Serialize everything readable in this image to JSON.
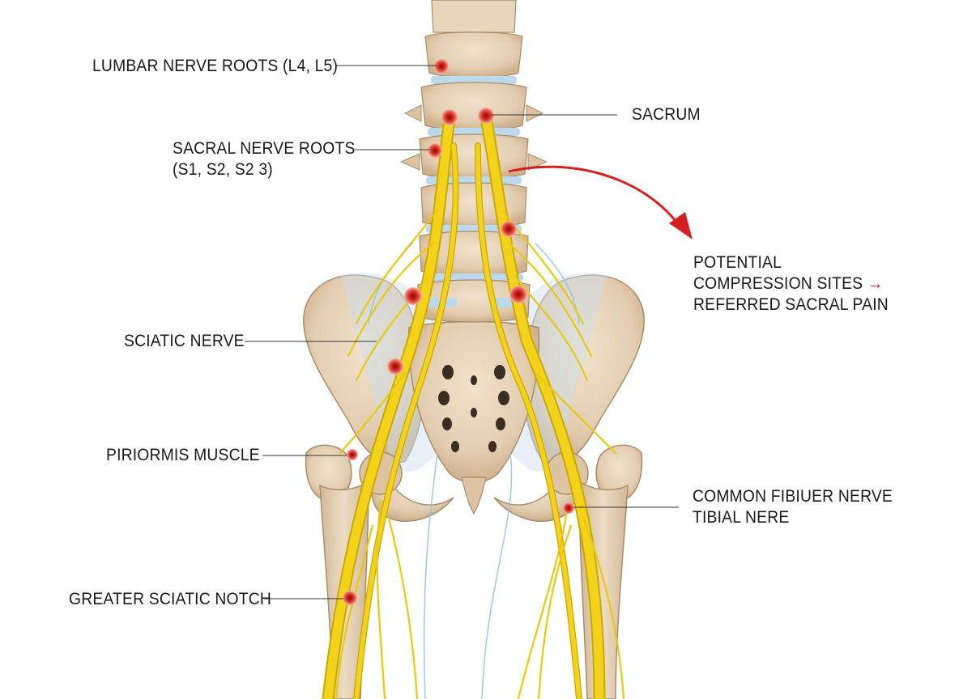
{
  "labels": {
    "lumbar_roots": "LUMBAR NERVE ROOTS (L4, L5)",
    "sacrum": "SACRUM",
    "sacral_roots_line1": "SACRAL NERVE ROOTS",
    "sacral_roots_line2": "(S1, S2, S2 3)",
    "potential_line1": "POTENTIAL",
    "potential_line2": "COMPRESSION SITES",
    "potential_arrow": "→",
    "potential_line3": "REFERRED SACRAL PAIN",
    "sciatic_nerve": "SCIATIC NERVE",
    "piriformis": "PIRIORMIS MUSCLE",
    "common_fibular_line1": "COMMON FIBIUER NERVE",
    "common_fibular_line2": "TIBIAL NERE",
    "greater_sciatic_notch": "GREATER SCIATIC NOTCH"
  },
  "colors": {
    "bone": "#e6d3b8",
    "bone_shadow": "#c9ad8a",
    "bone_outline": "#a88d6c",
    "nerve": "#f2d21a",
    "nerve_outline": "#c9a800",
    "disc": "#bcd9ec",
    "compression_marker": "#d42a1e",
    "arrow": "#d62020",
    "leader_line": "#333333"
  }
}
